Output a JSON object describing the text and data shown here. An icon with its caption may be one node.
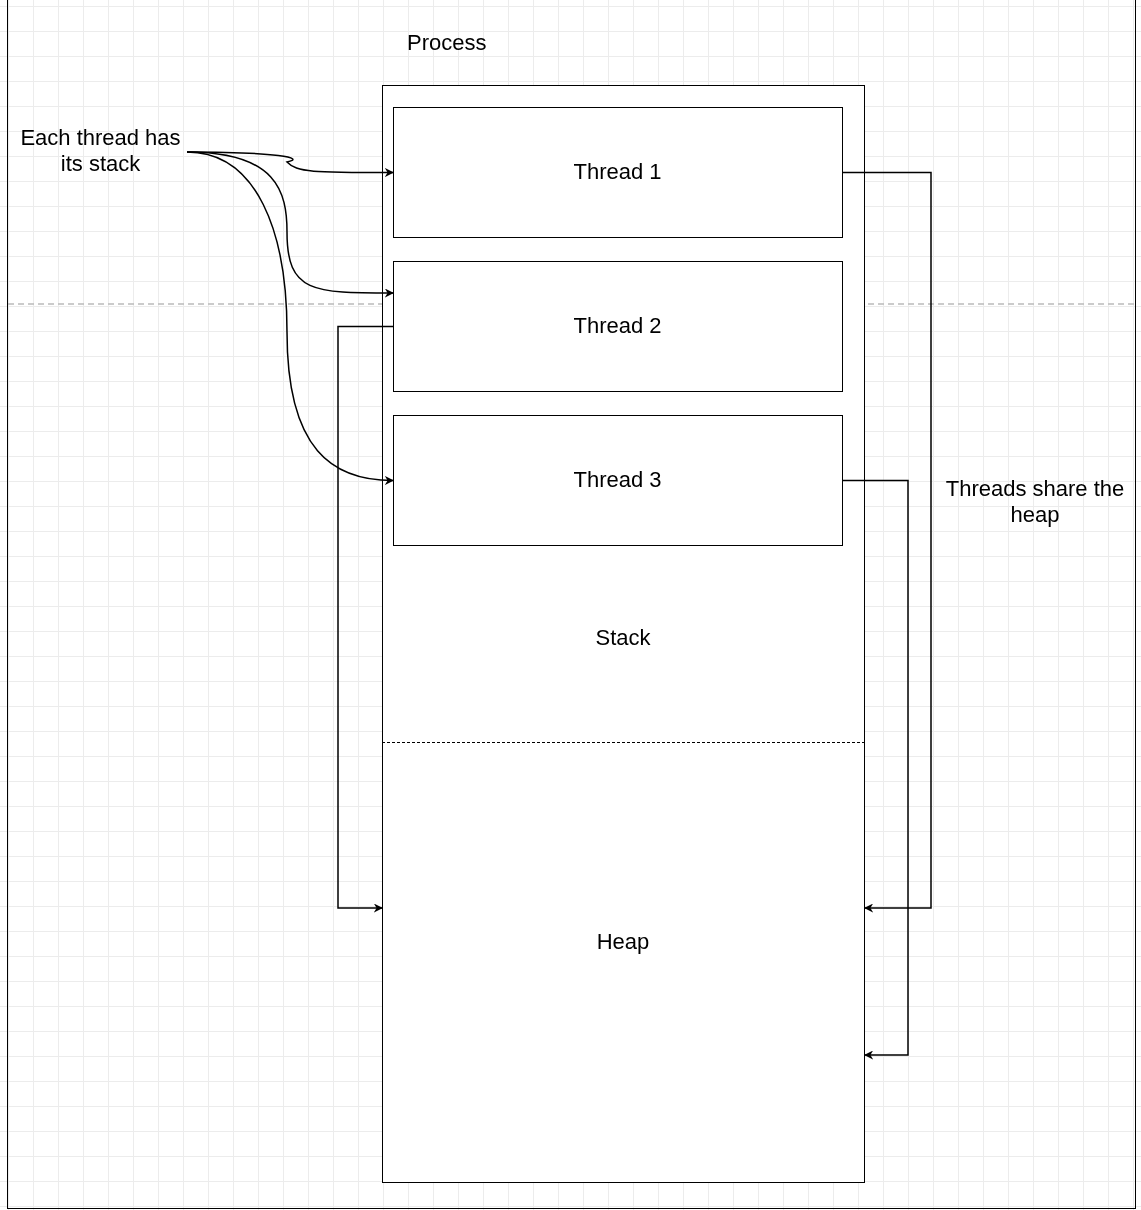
{
  "diagram": {
    "nodes": [
      {
        "text": [
          "Process"
        ]
      },
      {
        "text": [
          "Thread 1"
        ],
        "in": 0
      },
      {
        "text": [
          "Thread 2"
        ],
        "in": 0
      },
      {
        "text": [
          "Thread 3"
        ],
        "in": 0
      },
      {
        "text": [
          "Stack"
        ],
        "in": 0
      },
      {
        "text": [
          "Heap"
        ],
        "in": 0
      },
      {
        "text": [
          "Each thread has its stack"
        ]
      }
    ],
    "edges": [
      {
        "from": 6,
        "to": 1,
        "arrow": "to"
      },
      {
        "from": 6,
        "to": 2,
        "arrow": "to"
      },
      {
        "from": 6,
        "to": 3,
        "arrow": "to"
      },
      {
        "from": 1,
        "to": 5,
        "arrow": "to"
      },
      {
        "from": 2,
        "to": 5,
        "arrow": "to"
      },
      {
        "from": 3,
        "to": 5,
        "arrow": "to"
      }
    ],
    "labels": [
      "Threads share the heap"
    ]
  }
}
